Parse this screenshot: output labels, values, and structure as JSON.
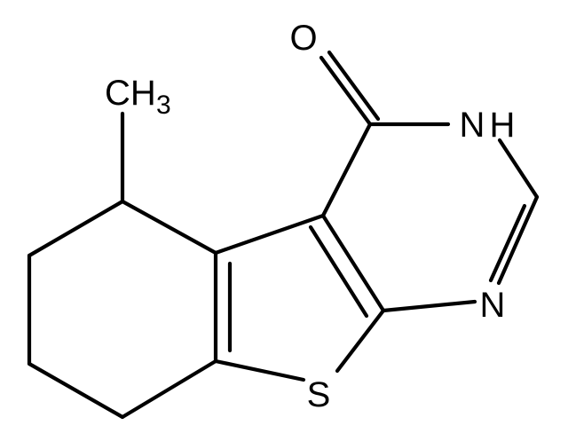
{
  "molecule": {
    "atoms": {
      "oxygen": "O",
      "nh_n": "N",
      "nh_h": "H",
      "n_ring": "N",
      "sulfur": "S",
      "methyl_c": "CH",
      "methyl_sub": "3"
    },
    "colors": {
      "ink": "#000000",
      "background": "#ffffff"
    }
  }
}
